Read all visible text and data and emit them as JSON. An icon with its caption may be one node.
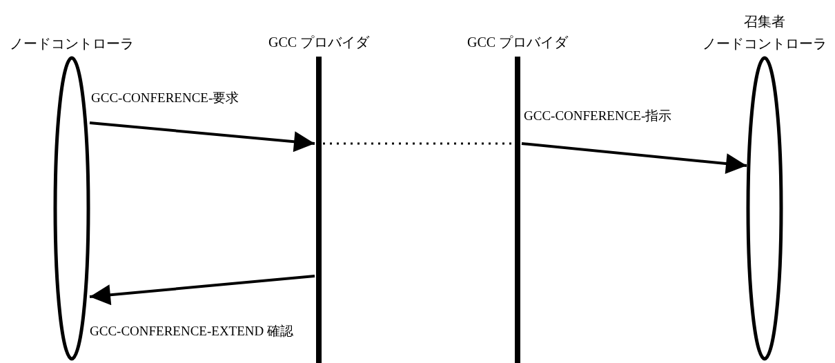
{
  "diagram": {
    "nodes": [
      {
        "text": [
          "ノードコントローラ"
        ]
      },
      {
        "text": [
          "GCC プロバイダ"
        ]
      },
      {
        "text": [
          "GCC プロバイダ"
        ]
      },
      {
        "text": [
          "召集者",
          "ノードコントローラ"
        ]
      }
    ],
    "edges": [
      {
        "from": 0,
        "to": 1,
        "arrow": "to",
        "label": "GCC-CONFERENCE-要求"
      },
      {
        "from": 1,
        "to": 2,
        "arrow": "none",
        "style": "dashed"
      },
      {
        "from": 2,
        "to": 3,
        "arrow": "to",
        "label": "GCC-CONFERENCE-指示"
      },
      {
        "from": 1,
        "to": 0,
        "arrow": "to",
        "label": "GCC-CONFERENCE-EXTEND 確認"
      }
    ]
  }
}
